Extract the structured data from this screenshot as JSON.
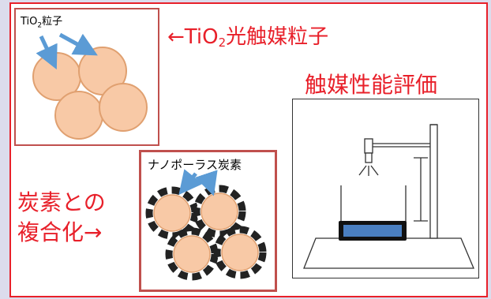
{
  "labels": {
    "tio2_particle_prefix": "TiO",
    "tio2_particle_sub": "2",
    "tio2_particle_suffix": "粒子",
    "photocatalyst_prefix": "←TiO",
    "photocatalyst_sub": "2",
    "photocatalyst_suffix": "光触媒粒子",
    "catalyst_evaluation": "触媒性能評価",
    "nanoporous_carbon": "ナノポーラス炭素",
    "carbon_composite_line1": "炭素との",
    "carbon_composite_line2": "複合化→"
  },
  "colors": {
    "accent_red": "#e8202a",
    "box_border": "#c0504d",
    "particle_fill": "#f8c9a6",
    "particle_stroke": "#e0a070",
    "arrow_blue": "#5b9bd5",
    "sensor_blue": "#4a7fc1",
    "background": "#dcdcec"
  }
}
